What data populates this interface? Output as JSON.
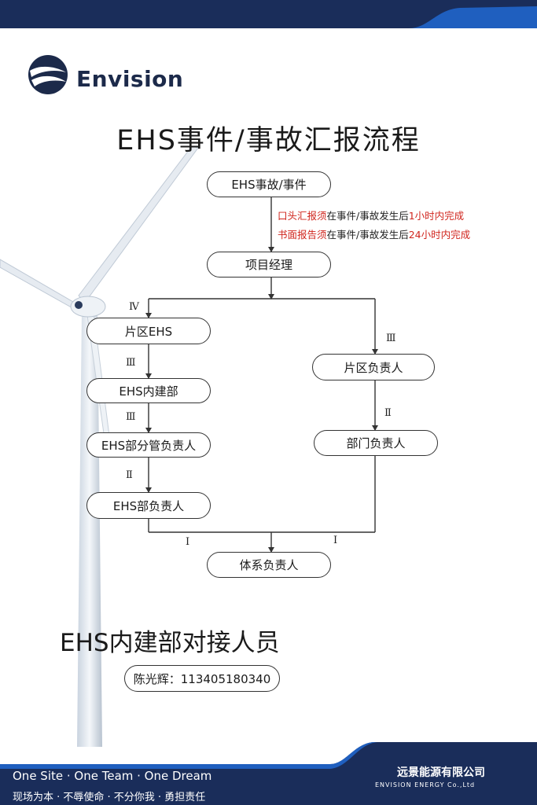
{
  "brand": {
    "name": "Envision"
  },
  "title": "EHS事件/事故汇报流程",
  "flow": {
    "start": "EHS事故/事件",
    "notes": [
      {
        "prefix": "口头汇报须",
        "middle": "在事件/事故发生后",
        "time": "1小时内完成"
      },
      {
        "prefix": "书面报告须",
        "middle": "在事件/事故发生后",
        "time": "24小时内完成"
      }
    ],
    "manager": "项目经理",
    "left": [
      "片区EHS",
      "EHS内建部",
      "EHS部分管负责人",
      "EHS部负责人"
    ],
    "right": [
      "片区负责人",
      "部门负责人"
    ],
    "end": "体系负责人",
    "levels": {
      "iv": "Ⅳ",
      "iii": "Ⅲ",
      "ii": "Ⅱ",
      "i": "Ⅰ"
    }
  },
  "contact_section": {
    "title": "EHS内建部对接人员",
    "person": "陈光辉：113405180340"
  },
  "footer": {
    "slogan_en": "One Site · One Team · One Dream",
    "slogan_cn": "现场为本 · 不辱使命 · 不分你我 · 勇担责任",
    "company_cn": "远景能源有限公司",
    "company_en": "ENVISION ENERGY Co.,Ltd"
  },
  "colors": {
    "navy": "#1a2d5a",
    "blue": "#1f5fbf",
    "red": "#d0251d"
  }
}
